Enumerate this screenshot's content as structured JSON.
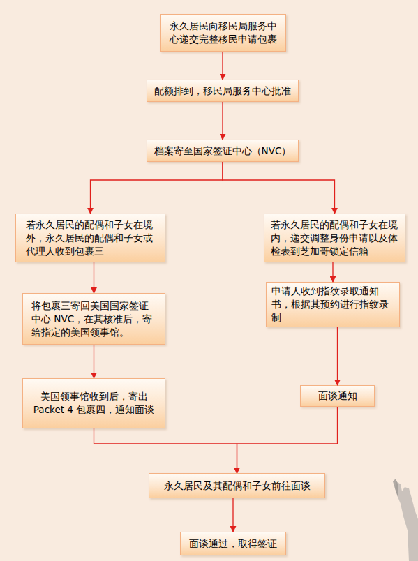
{
  "diagram": {
    "nodes": [
      {
        "text": [
          "永久居民向移民局服务中心递交完整移民申请包裹"
        ]
      },
      {
        "text": [
          "配额排到，移民局服务中心批准"
        ]
      },
      {
        "text": [
          "档案寄至国家签证中心（NVC）"
        ]
      },
      {
        "text": [
          "若永久居民的配偶和子女在境外，永久居民的配偶和子女或代理人收到包裹三"
        ]
      },
      {
        "text": [
          "若永久居民的配偶和子女在境内，递交调整身份申请以及体检表到芝加哥锁定信箱"
        ]
      },
      {
        "text": [
          "将包裹三寄回美国国家签证中心 NVC，在其核准后，寄给指定的美国领事馆。"
        ]
      },
      {
        "text": [
          "申请人收到指纹录取通知书，根据其预约进行指纹录制"
        ]
      },
      {
        "text": [
          "美国领事馆收到后，寄出 Packet 4 包裹四，通知面谈"
        ]
      },
      {
        "text": [
          "面谈通知"
        ]
      },
      {
        "text": [
          "永久居民及其配偶和子女前往面谈"
        ]
      },
      {
        "text": [
          "面谈通过，取得签证"
        ]
      }
    ],
    "edges": [
      {
        "from": 0,
        "to": 1,
        "arrow": "to"
      },
      {
        "from": 1,
        "to": 2,
        "arrow": "to"
      },
      {
        "from": 2,
        "to": 3,
        "arrow": "to"
      },
      {
        "from": 2,
        "to": 4,
        "arrow": "to"
      },
      {
        "from": 3,
        "to": 5,
        "arrow": "to"
      },
      {
        "from": 5,
        "to": 7,
        "arrow": "to"
      },
      {
        "from": 4,
        "to": 6,
        "arrow": "to"
      },
      {
        "from": 6,
        "to": 8,
        "arrow": "to"
      },
      {
        "from": 7,
        "to": 9,
        "arrow": "to"
      },
      {
        "from": 8,
        "to": 9,
        "arrow": "to"
      },
      {
        "from": 9,
        "to": 10,
        "arrow": "to"
      }
    ]
  }
}
